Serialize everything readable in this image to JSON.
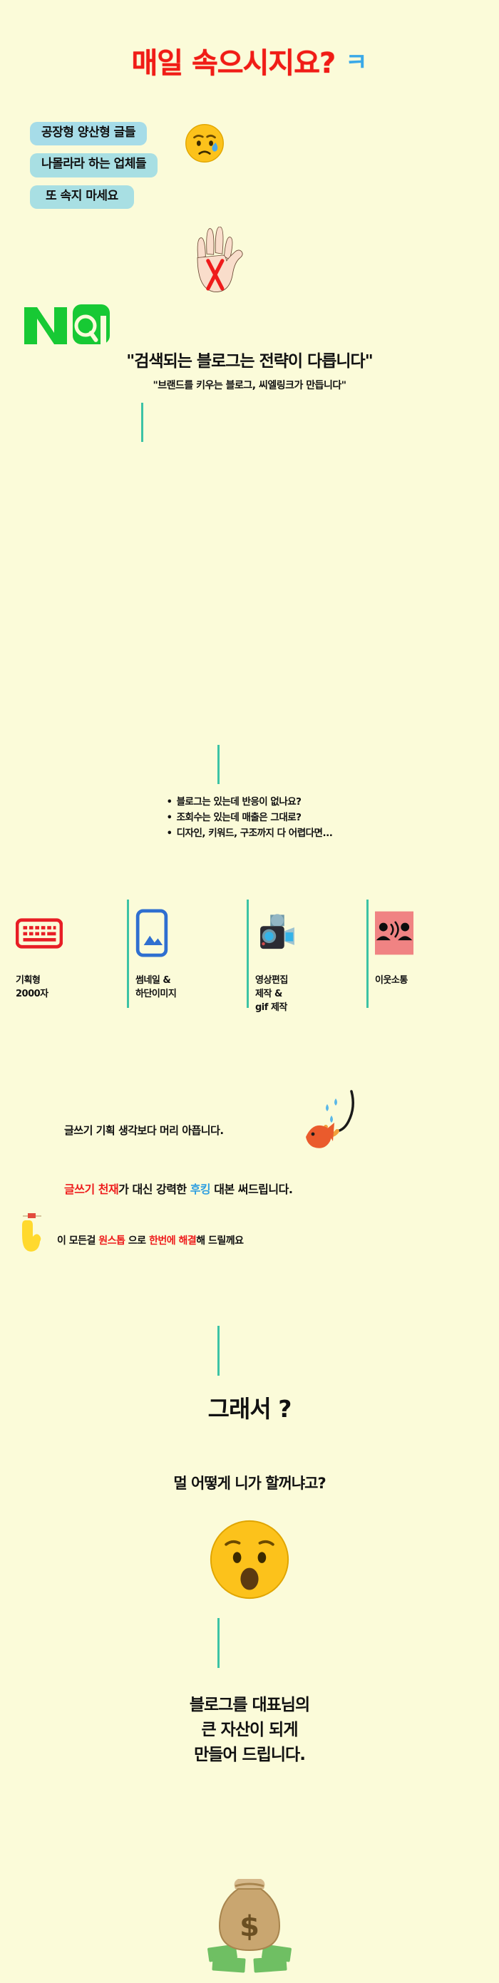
{
  "background_color": "#fbfbd9",
  "accent_colors": {
    "red": "#ee1c1c",
    "blue": "#2f9fe0",
    "teal": "#3cc3a5",
    "pill_blue": "#a8dfe3",
    "naver_green": "#17c934"
  },
  "header": {
    "title": "매일 속으시지요?",
    "title_suffix": "ㅋ",
    "crying_emoji": "crying-face-emoji"
  },
  "pain_pills": [
    {
      "label": "공장형 양산형 글들"
    },
    {
      "label": "나몰라라 하는 업체들"
    },
    {
      "label": "또 속지 마세요"
    }
  ],
  "hand_block": {
    "icon": "raised-hand-with-red-x-icon"
  },
  "brand": {
    "logo_text": "N",
    "logo_name": "naver-search-logo",
    "quote_main": "\"검색되는 블로그는 전략이 다릅니다\"",
    "quote_sub": "\"브랜드를 키우는 블로그, 씨엘링크가 만듭니다\""
  },
  "pain_points": [
    "블로그는 있는데 반응이 없나요?",
    "조회수는 있는데 매출은 그대로?",
    "디자인, 키워드, 구조까지 다 어렵다면..."
  ],
  "features": [
    {
      "icon": "keyboard-icon",
      "label": "기획형\n2000자"
    },
    {
      "icon": "picture-frame-icon",
      "label": "썸네일 &\n하단이미지"
    },
    {
      "icon": "video-camera-icon",
      "label": "영상편집\n제작 &\ngif 제작"
    },
    {
      "icon": "people-speaking-icon",
      "label": "이웃소통"
    }
  ],
  "mid_copy": {
    "line1": "글쓰기 기획 생각보다 머리 아픕니다.",
    "fish_icon": "fish-on-hook-icon",
    "line2_part1": "글쓰기 천재",
    "line2_part2": "가 대신 강력한 ",
    "line2_part3": "후킹",
    "line2_part4": " 대본 써드립니다.",
    "hand_icon": "pointing-up-hand-icon",
    "line3_part1": "이 모든걸 ",
    "line3_part2": "원스톱",
    "line3_part3": " 으로 ",
    "line3_part4": "한번에 해결",
    "line3_part5": "해 드릴께요"
  },
  "closing": {
    "so_text": "그래서 ?",
    "ask_text": "멀 어떻게 니가 할꺼냐고?",
    "wow_emoji": "face-with-open-mouth-emoji",
    "promise": "블로그를 대표님의\n큰 자산이 되게\n만들어 드립니다.",
    "money_icon": "money-bag-with-cash-icon"
  }
}
